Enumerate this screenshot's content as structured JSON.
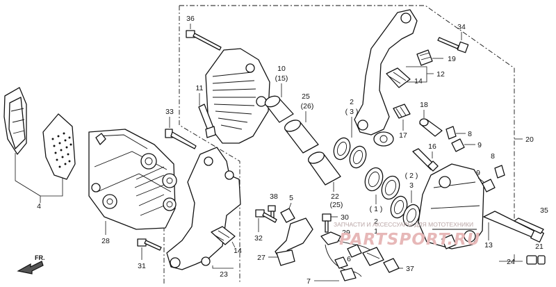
{
  "callouts": {
    "c36": "36",
    "c34": "34",
    "c19": "19",
    "c12": "12",
    "c14a": "14",
    "c10": "10",
    "c15": "(15)",
    "c11": "11",
    "c25": "25",
    "c26": "(26)",
    "c2a": "2",
    "c3a": "( 3 )",
    "c18": "18",
    "c17": "17",
    "c8a": "8",
    "c9a": "9",
    "c20": "20",
    "c33": "33",
    "c28": "28",
    "c16": "16",
    "c8b": "8",
    "c9b": "9",
    "c2b": "( 2 )",
    "c3b": "3",
    "c22": "22",
    "c25b": "(25)",
    "c1a": "( 1 )",
    "c2c": "2",
    "c1b": "1",
    "c38": "38",
    "c5": "5",
    "c30": "30",
    "c29": "29",
    "c32": "32",
    "c4": "4",
    "c35": "35",
    "c21": "21",
    "c13": "13",
    "c24": "24",
    "c14b": "14",
    "c23": "23",
    "c31": "31",
    "c27": "27",
    "c6": "6",
    "c37": "37",
    "c7": "7"
  },
  "front_arrow": "FR.",
  "watermark": {
    "caption": "ЗАПЧАСТИ И АКСЕССУАРЫ ДЛЯ МОТОТЕХНИКИ",
    "logo": "PARTSPORT.RU"
  }
}
